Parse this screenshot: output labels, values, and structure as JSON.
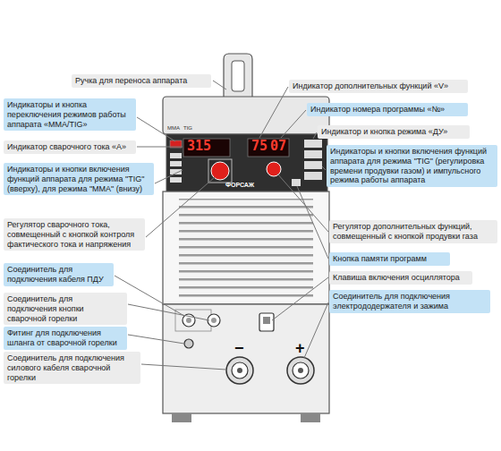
{
  "diagram": {
    "nodes": [
      {
        "text": [
          "Ручка для переноса аппарата"
        ]
      },
      {
        "text": [
          "Индикаторы и кнопка переключения режимов работы аппарата «MMA/TIG»"
        ]
      },
      {
        "text": [
          "Индикатор сварочного тока «A»"
        ]
      },
      {
        "text": [
          "Индикаторы и кнопки включения функций аппарата для режима \"TIG\" (вверху), для режима \"MMA\" (внизу)"
        ]
      },
      {
        "text": [
          "Регулятор сварочного тока, совмещенный с кнопкой контроля фактического тока и напряжения"
        ]
      },
      {
        "text": [
          "Соединитель для подключения кабеля ПДУ"
        ]
      },
      {
        "text": [
          "Соединитель для подключения кнопки сварочной горелки"
        ]
      },
      {
        "text": [
          "Фитинг для подключения шланга от сварочной горелки"
        ]
      },
      {
        "text": [
          "Соединитель для подключения силового кабеля сварочной горелки"
        ]
      },
      {
        "text": [
          "Индикатор дополнительных функций «V»"
        ]
      },
      {
        "text": [
          "Индикатор номера программы «№»"
        ]
      },
      {
        "text": [
          "Индикатор и кнопка режима «ДУ»"
        ]
      },
      {
        "text": [
          "Индикаторы и кнопки включения функций аппарата для режима \"TIG\" (регулировка времени продувки газом) и импульсного режима работы аппарата"
        ]
      },
      {
        "text": [
          "Регулятор дополнительных функций, совмещенный с кнопкой продувки газа"
        ]
      },
      {
        "text": [
          "Кнопка памяти программ"
        ]
      },
      {
        "text": [
          "Клавиша включения осциллятора"
        ]
      },
      {
        "text": [
          "Соединитель для подключения электрододержателя и зажима"
        ]
      }
    ],
    "labels": [
      "315",
      "75",
      "07",
      "MMA",
      "TIG",
      "ФОРСАЖ",
      "−",
      "+"
    ]
  }
}
